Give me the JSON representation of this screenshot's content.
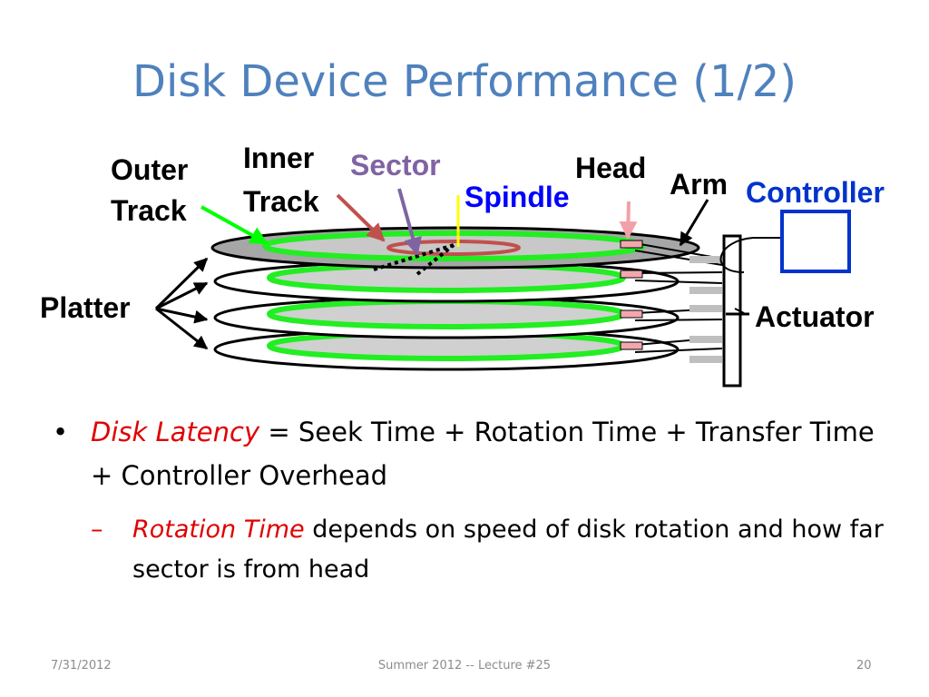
{
  "slide": {
    "title": "Disk Device Performance (1/2)",
    "footer": {
      "date": "7/31/2012",
      "center": "Summer 2012 -- Lecture #25",
      "page": "20"
    }
  },
  "diagram": {
    "labels": {
      "outer_track_1": "Outer",
      "outer_track_2": "Track",
      "inner_track_1": "Inner",
      "inner_track_2": "Track",
      "sector": "Sector",
      "spindle": "Spindle",
      "head": "Head",
      "arm": "Arm",
      "controller": "Controller",
      "platter": "Platter",
      "actuator": "Actuator"
    },
    "colors": {
      "title": "#4f81bd",
      "sector": "#8064a2",
      "spindle": "#0000ff",
      "controller": "#0033cc",
      "track": "#00e000",
      "inner_track": "#c0504d",
      "head": "#f2a0a8",
      "platter_top": "#a6a6a6"
    }
  },
  "bullets": {
    "b1_term": "Disk Latency",
    "b1_rest": " = Seek Time + Rotation Time + Transfer Time + Controller Overhead",
    "b2_term": "Rotation Time",
    "b2_rest": " depends on speed of disk rotation and how far sector is from head"
  }
}
